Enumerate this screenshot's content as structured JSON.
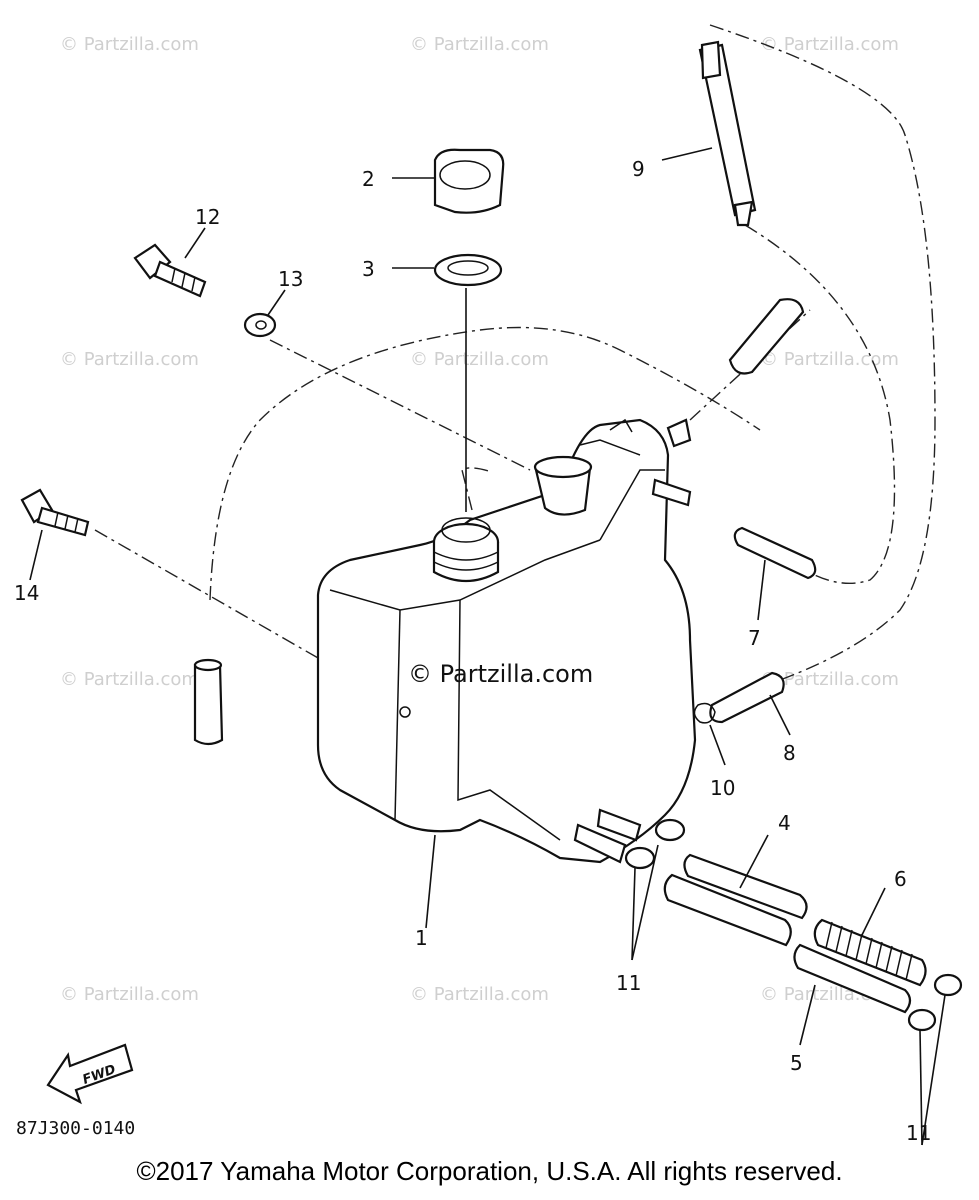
{
  "watermark": "© Partzilla.com",
  "center_watermark": "© Partzilla.com",
  "callouts": {
    "c1": "1",
    "c2": "2",
    "c3": "3",
    "c4": "4",
    "c5": "5",
    "c6": "6",
    "c7": "7",
    "c8": "8",
    "c9": "9",
    "c10": "10",
    "c11a": "11",
    "c11b": "11",
    "c12": "12",
    "c13": "13",
    "c14": "14"
  },
  "fwd_label": "FWD",
  "part_number": "87J300-0140",
  "copyright": "©2017 Yamaha Motor Corporation, U.S.A. All rights reserved."
}
